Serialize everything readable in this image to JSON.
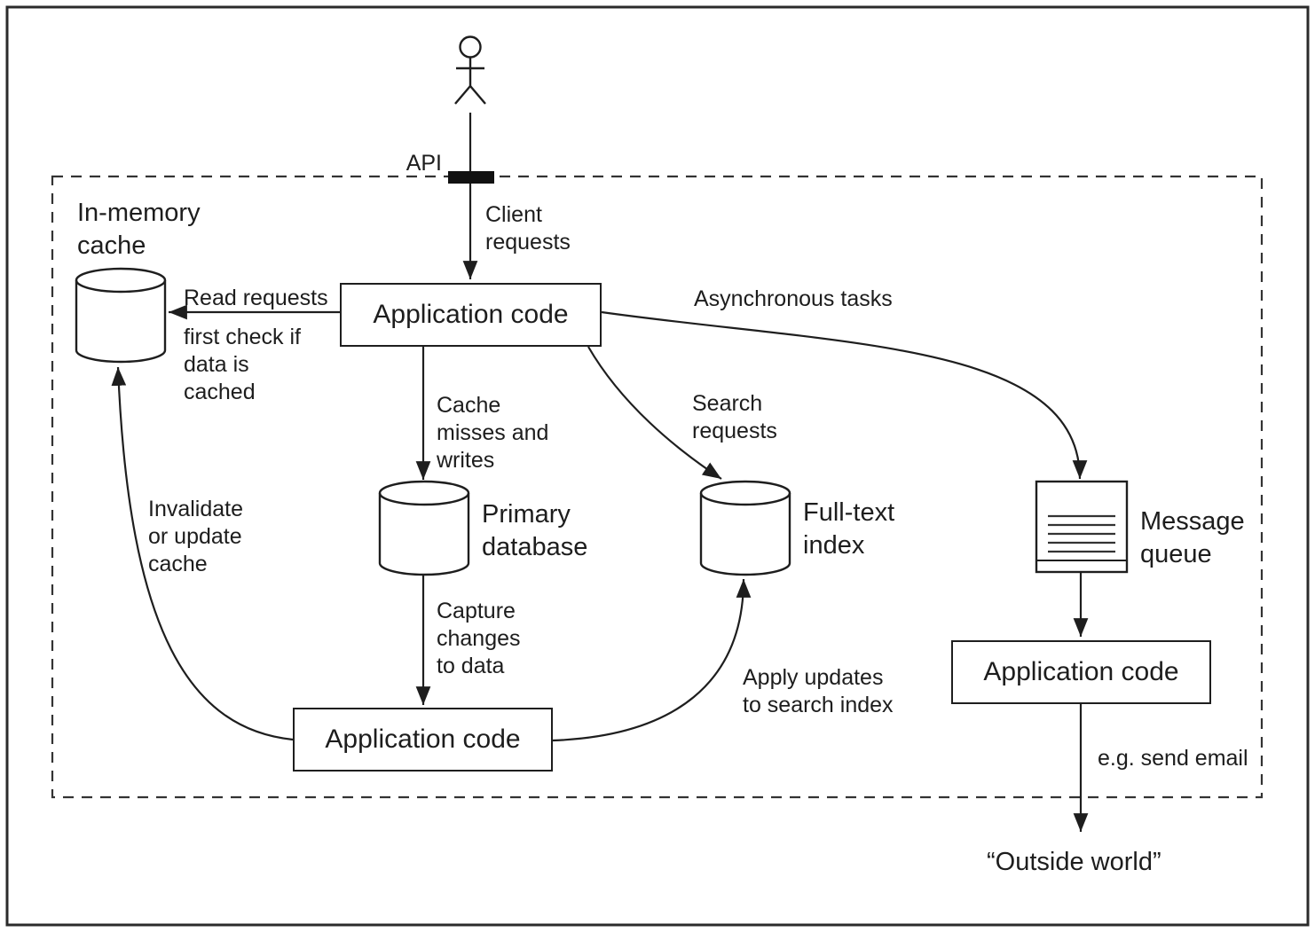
{
  "api": {
    "label": "API"
  },
  "components": {
    "in_memory_cache": "In-memory cache",
    "application_code_top": "Application code",
    "application_code_bottom": "Application code",
    "application_code_right": "Application code",
    "primary_database": "Primary database",
    "full_text_index": "Full-text index",
    "message_queue": "Message queue",
    "outside_world": "“Outside world”"
  },
  "arrows": {
    "client_requests": "Client requests",
    "read_requests": "Read requests",
    "read_requests_note": "first check if data is cached",
    "asynchronous_tasks": "Asynchronous tasks",
    "cache_misses": "Cache misses and writes",
    "search_requests": "Search requests",
    "invalidate_cache": "Invalidate or update cache",
    "capture_changes": "Capture changes to data",
    "apply_updates": "Apply updates to search index",
    "send_email": "e.g. send email"
  },
  "colors": {
    "line": "#1e1e1e",
    "background": "#ffffff"
  }
}
